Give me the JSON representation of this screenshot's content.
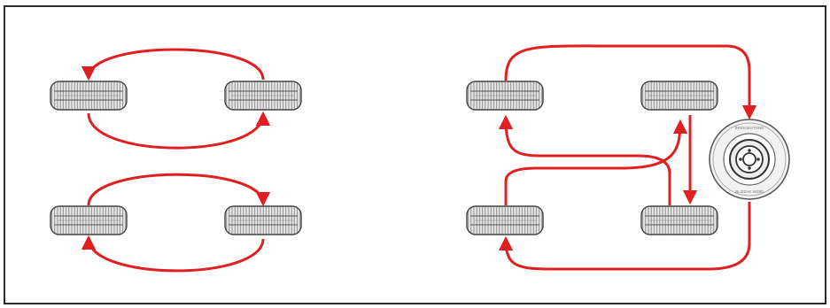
{
  "colors": {
    "arrow": "#e02020",
    "tire_fill": "#dcdcdc",
    "tire_stroke": "#444444",
    "frame": "#2b2b2b"
  },
  "diagrams": [
    {
      "name": "four-tire-rotation",
      "tires": 4
    },
    {
      "name": "five-tire-rotation-with-spare",
      "tires": 5
    }
  ],
  "spare": {
    "brand_text": "BRIDGESTONE",
    "model_text": "BLIZZAK WS80"
  }
}
